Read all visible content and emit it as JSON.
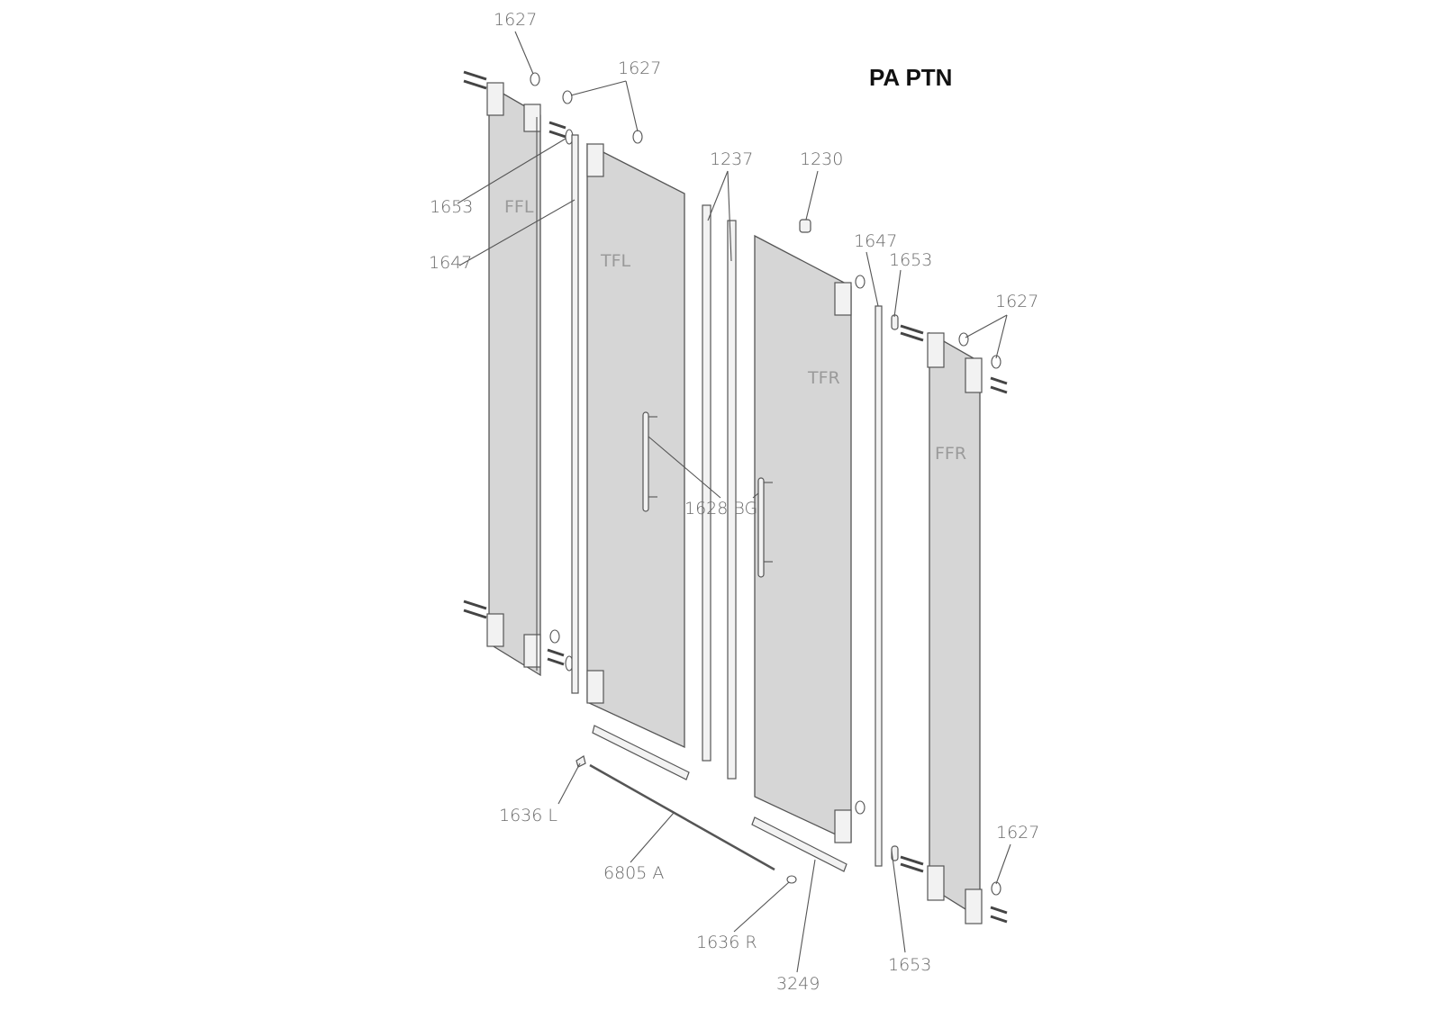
{
  "title": "PA PTN",
  "panels": {
    "ffl": "FFL",
    "tfl": "TFL",
    "tfr": "TFR",
    "ffr": "FFR"
  },
  "labels": {
    "l1627_a": "1627",
    "l1627_b": "1627",
    "l1237": "1237",
    "l1230": "1230",
    "l1653_a": "1653",
    "l1647_a": "1647",
    "l1647_b": "1647",
    "l1653_b": "1653",
    "l1627_c": "1627",
    "l1628": "1628 BG",
    "l1636L": "1636 L",
    "l6805": "6805 A",
    "l1636R": "1636 R",
    "l3249": "3249",
    "l1653_c": "1653",
    "l1627_d": "1627"
  }
}
